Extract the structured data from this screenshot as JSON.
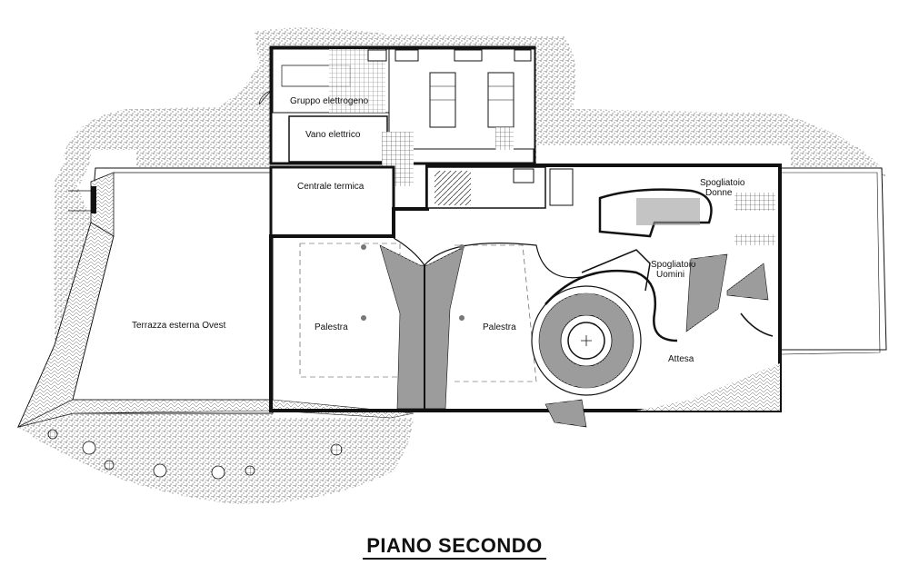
{
  "title": "PIANO SECONDO",
  "rooms": {
    "gruppo_elettrogeno": "Gruppo elettrogeno",
    "vano_elettrico": "Vano elettrico",
    "centrale_termica": "Centrale termica",
    "terrazza": "Terrazza esterna Ovest",
    "palestra_1": "Palestra",
    "palestra_2": "Palestra",
    "spogliatoio_donne_1": "Spogliatoio",
    "spogliatoio_donne_2": "Donne",
    "spogliatoio_uomini_1": "Spogliatoio",
    "spogliatoio_uomini_2": "Uomini",
    "attesa": "Attesa"
  },
  "colors": {
    "line": "#111111",
    "wall": "#333333",
    "hatch": "#555555"
  }
}
